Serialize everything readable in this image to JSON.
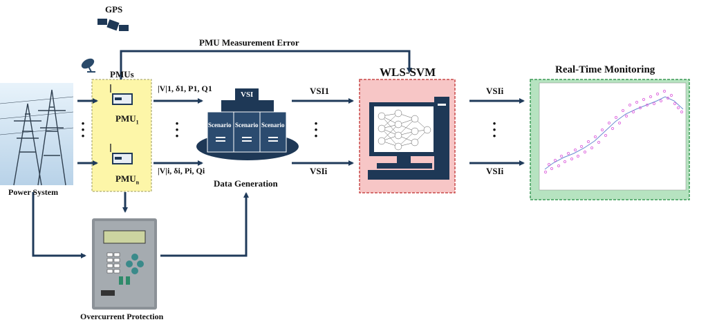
{
  "labels": {
    "gps": "GPS",
    "pmus": "PMUs",
    "pmu_1_base": "PMU",
    "pmu_1_sub": "1",
    "pmu_n_base": "PMU",
    "pmu_n_sub": "n",
    "power_system": "Power System",
    "overcurrent_protection": "Overcurrent Protection",
    "data_generation": "Data Generation",
    "pmu_measurement_error": "PMU Measurement Error",
    "wls_svm": "WLS-SVM",
    "real_time_monitoring": "Real-Time Monitoring",
    "vsi_server": "VSI",
    "scenario_1": "Scenario",
    "scenario_2": "Scenario",
    "scenario_3": "Scenario",
    "measurement_top": "|V|1, δ1, P1, Q1",
    "measurement_bottom": "|V|i, δi, Pi, Qi",
    "vsi_top": "VSI1",
    "vsi_bottom": "VSIi",
    "vsi_est_top": "VSIi",
    "vsi_est_bottom": "VSIi"
  },
  "colors": {
    "arrow": "#1f3a5a",
    "pmu_box_fill": "#fdf6a8",
    "wls_box_fill": "#f7c6c6",
    "wls_box_border": "#c84848",
    "monitor_box_fill": "#b6e3c0",
    "monitor_box_border": "#3a9a55",
    "server_color": "#1e3856",
    "plot_points": "#e070e0"
  },
  "icons": [
    "satellite-icon",
    "dish-antenna-icon",
    "power-tower-photo",
    "pmu-device-icon",
    "server-stack-icon",
    "computer-monitor-icon",
    "neural-network-icon",
    "relay-device-icon",
    "plot-thumbnail"
  ]
}
